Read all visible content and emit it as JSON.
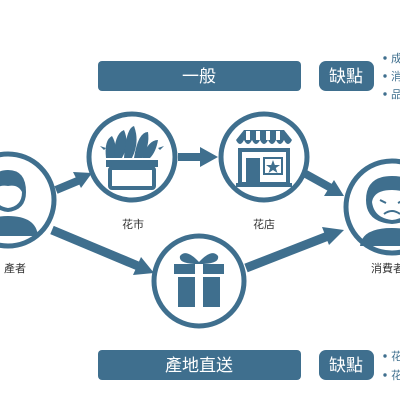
{
  "colors": {
    "primary": "#3f6f8e",
    "light": "#ffffff",
    "pale": "#dfe9f0"
  },
  "top_route": {
    "banner": "一般",
    "badge": "缺點",
    "bullets": [
      "成",
      "消",
      "品"
    ]
  },
  "bottom_route": {
    "banner": "產地直送",
    "badge": "缺點",
    "bullets": [
      "花",
      "花"
    ]
  },
  "nodes": {
    "producer": "產者",
    "flower_market": "花市",
    "flower_shop": "花店",
    "gift": "",
    "consumer": "消費者"
  },
  "icons": {
    "producer": "person-icon",
    "flower_market": "flower-basket-icon",
    "flower_shop": "shop-icon",
    "gift": "gift-box-icon",
    "consumer": "worried-person-icon"
  }
}
